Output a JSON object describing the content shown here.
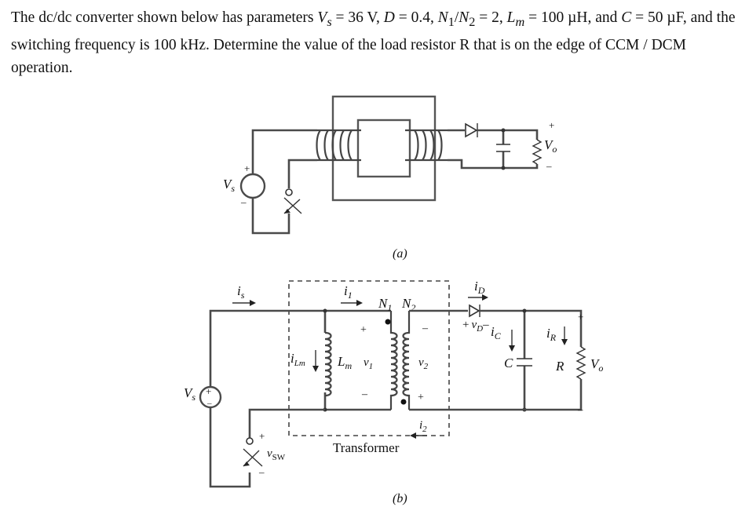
{
  "problem": {
    "t1": "The dc/dc converter shown below has parameters ",
    "vs_sym": "V",
    "vs_sub": "s",
    "vs_val": " = 36 V, ",
    "d_sym": "D",
    "d_val": " = 0.4, ",
    "n1_sym": "N",
    "n1_sub": "1",
    "slash": "/",
    "n2_sym": "N",
    "n2_sub": "2",
    "n_val": " = 2, ",
    "lm_sym": "L",
    "lm_sub": "m",
    "lm_val": " = 100 µH, and ",
    "c_sym": "C",
    "c_val": " = 50 µF, and the switching frequency is 100 kHz. Determine the value of the load resistor R that is on the edge of CCM / DCM operation."
  },
  "diagram_a": {
    "caption": "(a)",
    "vs_label": "V",
    "vs_sub": "s",
    "vs_plus": "+",
    "vs_minus": "–",
    "vo_label": "V",
    "vo_sub": "o",
    "vo_plus": "+",
    "vo_minus": "–"
  },
  "diagram_b": {
    "caption": "(b)",
    "transformer_label": "Transformer",
    "is_label": "i",
    "is_sub": "s",
    "i1_label": "i",
    "i1_sub": "1",
    "n1_label": "N",
    "n1_sub": "1",
    "n2_label": "N",
    "n2_sub": "2",
    "id_label": "i",
    "id_sub": "D",
    "ilm_label": "i",
    "ilm_sub": "Lm",
    "lm_label": "L",
    "lm_sub": "m",
    "v1_label": "v",
    "v1_sub": "1",
    "v1_plus": "+",
    "v1_minus": "–",
    "v2_label": "v",
    "v2_sub": "2",
    "v2_plus": "+",
    "v2_minus": "–",
    "vd_plus": "+",
    "vd_label": "v",
    "vd_sub": "D",
    "vd_minus": "–",
    "ic_label": "i",
    "ic_sub": "C",
    "c_label": "C",
    "ir_label": "i",
    "ir_sub": "R",
    "r_label": "R",
    "vo_label": "V",
    "vo_sub": "o",
    "vo_plus": "+",
    "vo_minus": "–",
    "vs_label": "V",
    "vs_sub": "s",
    "vs_plus": "+",
    "vs_minus": "–",
    "i2_label": "i",
    "i2_sub": "2",
    "vsw_label": "v",
    "vsw_sub": "SW",
    "vsw_plus": "+",
    "vsw_minus": "–"
  }
}
